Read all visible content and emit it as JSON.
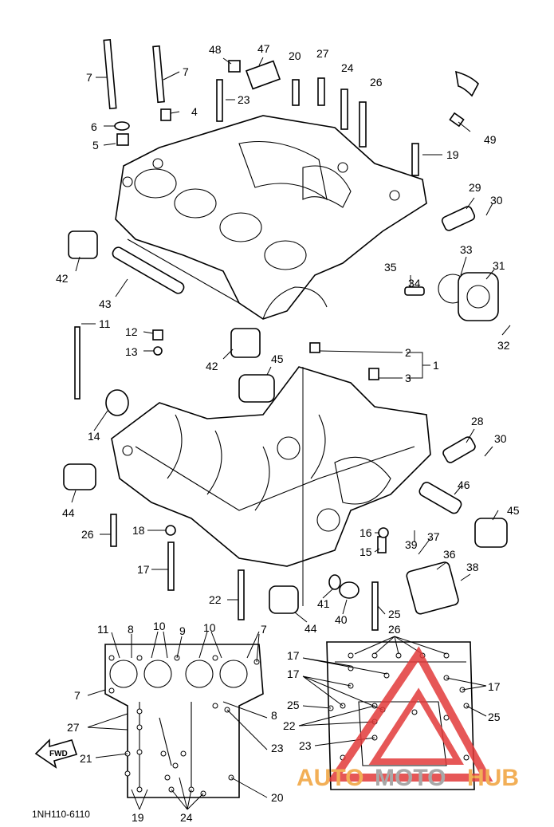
{
  "diagram_code": "1NH110-6110",
  "fwd_label": "FWD",
  "watermark": {
    "part1": "AUTO",
    "part2": "MOTO",
    "part3": "HUB",
    "color_main": "#f0a23a",
    "color_mid": "#9a9a9a",
    "color_logo": "#e23a3a"
  },
  "labels": {
    "l7a": "7",
    "l7b": "7",
    "l6": "6",
    "l5": "5",
    "l4": "4",
    "l48": "48",
    "l47": "47",
    "l23a": "23",
    "l20a": "20",
    "l27a": "27",
    "l24a": "24",
    "l26a": "26",
    "l49": "49",
    "l19a": "19",
    "l29": "29",
    "l30a": "30",
    "l33": "33",
    "l31": "31",
    "l32": "32",
    "l35": "35",
    "l34": "34",
    "l42a": "42",
    "l43": "43",
    "l11a": "11",
    "l12": "12",
    "l13": "13",
    "l42b": "42",
    "l45a": "45",
    "l2": "2",
    "l3": "3",
    "l1": "1",
    "l14": "14",
    "l28": "28",
    "l30b": "30",
    "l46": "46",
    "l45b": "45",
    "l44a": "44",
    "l26b": "26",
    "l18": "18",
    "l16": "16",
    "l15": "15",
    "l37": "37",
    "l39": "39",
    "l36": "36",
    "l38": "38",
    "l17a": "17",
    "l22a": "22",
    "l41": "41",
    "l40": "40",
    "l44b": "44",
    "l25a": "25",
    "b11": "11",
    "b8a": "8",
    "b10a": "10",
    "b9": "9",
    "b10b": "10",
    "b7a": "7",
    "b7b": "7",
    "b27": "27",
    "b21": "21",
    "b19": "19",
    "b24": "24",
    "b20": "20",
    "b23": "23",
    "b8b": "8",
    "c26": "26",
    "c17a": "17",
    "c17b": "17",
    "c17c": "17",
    "c25a": "25",
    "c22": "22",
    "c23": "23",
    "c25b": "25"
  }
}
